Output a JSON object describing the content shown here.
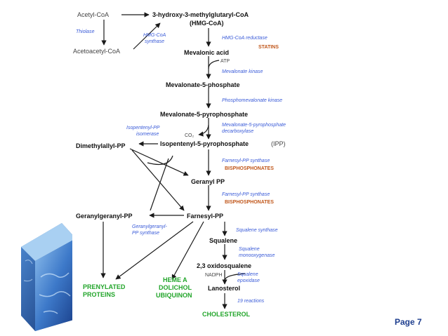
{
  "nodes": {
    "acetyl_coa": "Acetyl-CoA",
    "acetoacetyl_coa": "Acetoacetyl-CoA",
    "hmg_coa_line1": "3-hydroxy-3-methylglutaryl-CoA",
    "hmg_coa_line2": "(HMG-CoA)",
    "mevalonic_acid": "Mevalonic acid",
    "mevalonate_5_phosphate": "Mevalonate-5-phosphate",
    "mevalonate_5_pyrophosphate": "Mevalonate-5-pyrophosphate",
    "dimethylallyl_pp": "Dimethylallyl-PP",
    "isopentenyl_pp": "Isopentenyl-5-pyrophosphate",
    "isopentenyl_pp_abbrev": "(IPP)",
    "geranyl_pp": "Geranyl PP",
    "geranylgeranyl_pp": "Geranylgeranyl-PP",
    "farnesyl_pp": "Farnesyl-PP",
    "squalene": "Squalene",
    "oxidosqualene": "2,3 oxidosqualene",
    "lanosterol": "Lanosterol",
    "cholesterol": "CHOLESTEROL",
    "prenylated_line1": "PRENYLATED",
    "prenylated_line2": "PROTEINS",
    "heme_line1": "HEME A",
    "heme_line2": "DOLICHOL",
    "heme_line3": "UBIQUINON"
  },
  "cofactors": {
    "atp": "ATP",
    "co2": "CO₂",
    "nadph": "NADPH"
  },
  "enzymes": {
    "thiolase": "Thiolase",
    "hmg_synthase_line1": "HMG-CoA",
    "hmg_synthase_line2": "synthase",
    "hmg_reductase": "HMG-CoA reductase",
    "mevalonate_kinase": "Mevalonate kinase",
    "phosphomevalonate_kinase": "Phosphomevalonate kinase",
    "decarboxylase_line1": "Mevalonate-5-pyrophosphate",
    "decarboxylase_line2": "decarboxylase",
    "ipp_isomerase_line1": "Isopentenyl-PP",
    "ipp_isomerase_line2": "isomerase",
    "fpp_synthase_1": "Farnesyl-PP synthase",
    "fpp_synthase_2": "Farnesyl-PP synthase",
    "ggpp_synthase_line1": "Geranylgeranyl-",
    "ggpp_synthase_line2": "PP synthase",
    "squalene_synthase": "Squalene synthase",
    "monooxygenase_line1": "Squalene",
    "monooxygenase_line2": "monooxygenase",
    "epoxidase_line1": "Squalene",
    "epoxidase_line2": "epoxidase",
    "reactions": "19 reactions"
  },
  "inhibitors": {
    "statins": "STATINS",
    "bisphosphonates_1": "BISPHOSPHONATES",
    "bisphosphonates_2": "BISPHOSPHONATES"
  },
  "footer": {
    "page_label": "Page 7"
  },
  "colors": {
    "node_text": "#111111",
    "enzyme_text": "#3a5bd8",
    "inhibitor_text": "#c0561a",
    "product_text": "#22a52a",
    "arrow": "#1a1a1a",
    "page_label": "#1f3f8f",
    "cube_dark": "#1c3f8c",
    "cube_light": "#7fb2e6"
  }
}
